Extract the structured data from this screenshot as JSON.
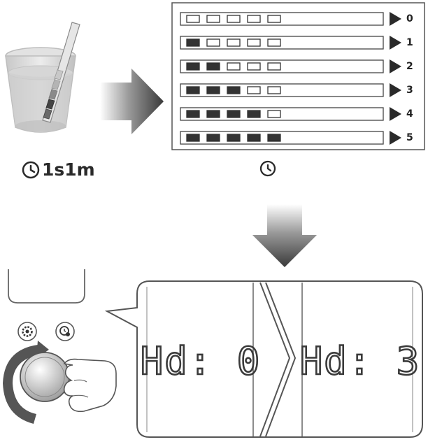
{
  "test_wait_time": "1s1m",
  "hardness_chart": {
    "levels": [
      {
        "label": "0",
        "filled": 0
      },
      {
        "label": "1",
        "filled": 1
      },
      {
        "label": "2",
        "filled": 2
      },
      {
        "label": "3",
        "filled": 3
      },
      {
        "label": "4",
        "filled": 4
      },
      {
        "label": "5",
        "filled": 5
      }
    ],
    "squares_per_row": 5
  },
  "display": {
    "before": "Hd: 0",
    "after": "Hd: 3"
  },
  "icons": [
    "test-glass-icon",
    "clock-icon",
    "arrow-right-icon",
    "arrow-down-icon",
    "gear-icon",
    "timer-icon",
    "rotate-arrow-icon",
    "hand-icon",
    "chevron-right-icon"
  ],
  "colors": {
    "ink": "#2a2a2a",
    "arrow_dark": "#3a3a3a",
    "glass": "#d8d8d8"
  }
}
